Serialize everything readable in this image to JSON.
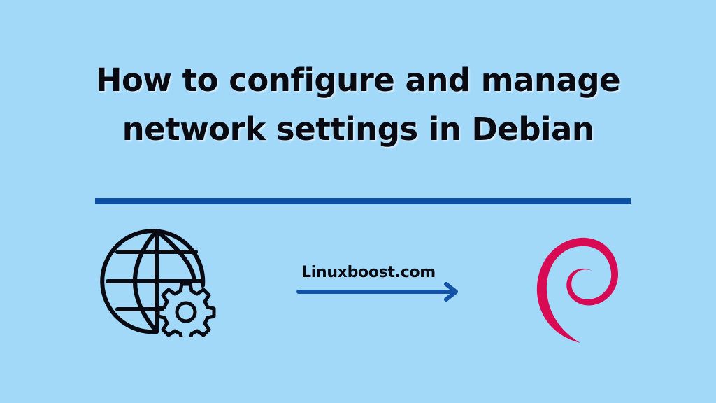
{
  "title": {
    "line1": "How to configure and manage",
    "line2": "network settings in Debian"
  },
  "site_label": "Linuxboost.com",
  "icons": {
    "left": "globe-with-gear-icon",
    "middle": "arrow-right-icon",
    "right": "debian-swirl-logo"
  },
  "colors": {
    "background": "#a3d9f8",
    "divider": "#0b4ea2",
    "arrow": "#1253a8",
    "debian": "#d70a53",
    "text": "#0a0a12"
  }
}
